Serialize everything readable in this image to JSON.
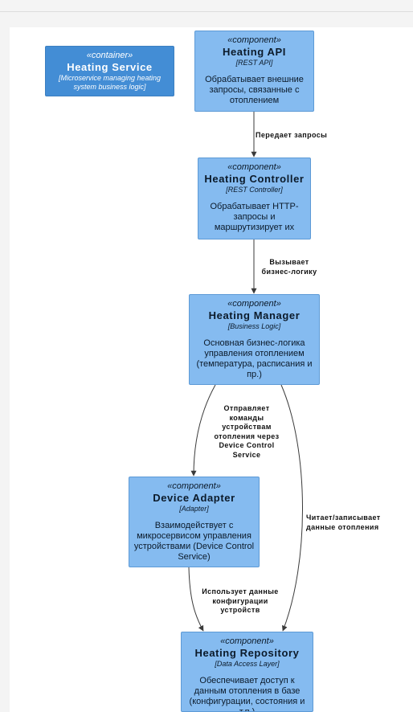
{
  "legend": {
    "stereotype": "«container»",
    "name": "Heating Service",
    "tech": "[Microservice managing heating system business logic]"
  },
  "nodes": {
    "heating_api": {
      "stereotype": "«component»",
      "name": "Heating API",
      "tech": "[REST API]",
      "desc": "Обрабатывает внешние запросы, связанные с отоплением"
    },
    "heating_controller": {
      "stereotype": "«component»",
      "name": "Heating Controller",
      "tech": "[REST Controller]",
      "desc": "Обрабатывает HTTP-запросы и маршрутизирует их"
    },
    "heating_manager": {
      "stereotype": "«component»",
      "name": "Heating Manager",
      "tech": "[Business Logic]",
      "desc": "Основная бизнес-логика управления отоплением (температура, расписания и пр.)"
    },
    "device_adapter": {
      "stereotype": "«component»",
      "name": "Device Adapter",
      "tech": "[Adapter]",
      "desc": "Взаимодействует с микросервисом управления устройствами (Device Control Service)"
    },
    "heating_repository": {
      "stereotype": "«component»",
      "name": "Heating Repository",
      "tech": "[Data Access Layer]",
      "desc": "Обеспечивает доступ к данным отопления в базе (конфигурации, состояния и т.п.)"
    }
  },
  "edges": {
    "api_to_controller": "Передает запросы",
    "controller_to_manager": "Вызывает бизнес-логику",
    "manager_to_adapter": "Отправляет команды устройствам отопления через Device Control Service",
    "manager_to_repository": "Читает/записывает данные отопления",
    "adapter_to_repository": "Использует данные конфигурации устройств"
  },
  "colors": {
    "component": "#85bbf0",
    "container": "#438dd5",
    "edge": "#3a3a3a"
  }
}
